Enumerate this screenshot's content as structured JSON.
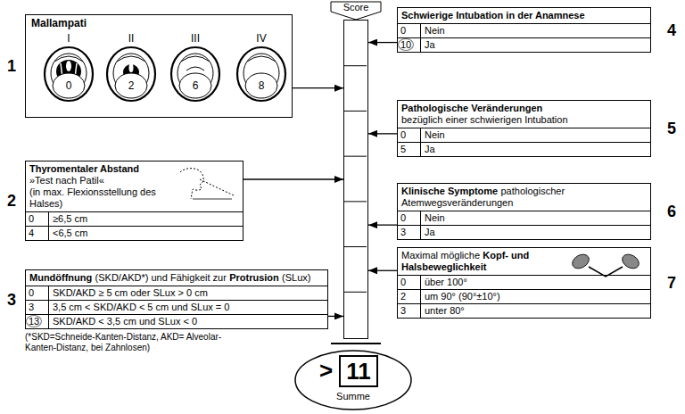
{
  "diagram": {
    "nodes": [
      {
        "text": [
          "Mallampati",
          "I",
          "II",
          "III",
          "IV",
          "0",
          "2",
          "6",
          "8"
        ]
      },
      {
        "text": [
          "Thyromentaler Abstand",
          "»Test nach Patil«",
          "(in max. Flexionsstellung des Halses)",
          "0",
          "≥6,5 cm",
          "4",
          "<6,5 cm"
        ]
      },
      {
        "text": [
          "Mundöffnung",
          "(SKD/AKD*) und Fähigkeit zur",
          "Protrusion",
          "(SLux)",
          "0",
          "SKD/AKD ≥ 5 cm oder SLux > 0 cm",
          "3",
          "3,5 cm < SKD/AKD < 5 cm und SLux = 0",
          "13",
          "SKD/AKD < 3,5 cm und SLux < 0"
        ]
      },
      {
        "text": [
          "Schwierige Intubation in der Anamnese",
          "0",
          "Nein",
          "10",
          "Ja"
        ]
      },
      {
        "text": [
          "Pathologische Veränderungen",
          "bezüglich einer schwierigen Intubation",
          "0",
          "Nein",
          "5",
          "Ja"
        ]
      },
      {
        "text": [
          "Klinische Symptome",
          "pathologischer Atemwegsveränderungen",
          "0",
          "Nein",
          "3",
          "Ja"
        ]
      },
      {
        "text": [
          "Maximal mögliche",
          "Kopf- und Halsbeweglichkeit",
          "0",
          "über 100°",
          "2",
          "um 90° (90°±10°)",
          "3",
          "unter 80°"
        ]
      },
      {
        "text": [
          "Score"
        ]
      },
      {
        "text": [
          ">",
          "Summe"
        ]
      },
      {
        "text": [
          "11"
        ],
        "in": 8
      }
    ],
    "edges": [
      {
        "from": 0,
        "to": 7,
        "arrow": "to"
      },
      {
        "from": 1,
        "to": 7,
        "arrow": "to"
      },
      {
        "from": 2,
        "to": 7,
        "arrow": "to"
      },
      {
        "from": 3,
        "to": 7,
        "arrow": "to"
      },
      {
        "from": 4,
        "to": 7,
        "arrow": "to"
      },
      {
        "from": 5,
        "to": 7,
        "arrow": "to"
      },
      {
        "from": 6,
        "to": 7,
        "arrow": "to"
      }
    ],
    "labels": [
      "1",
      "2",
      "3",
      "4",
      "5",
      "6",
      "7",
      "(*SKD=Schneide-Kanten-Distanz, AKD= Alveolar-Kanten-Distanz, bei Zahnlosen)"
    ]
  }
}
